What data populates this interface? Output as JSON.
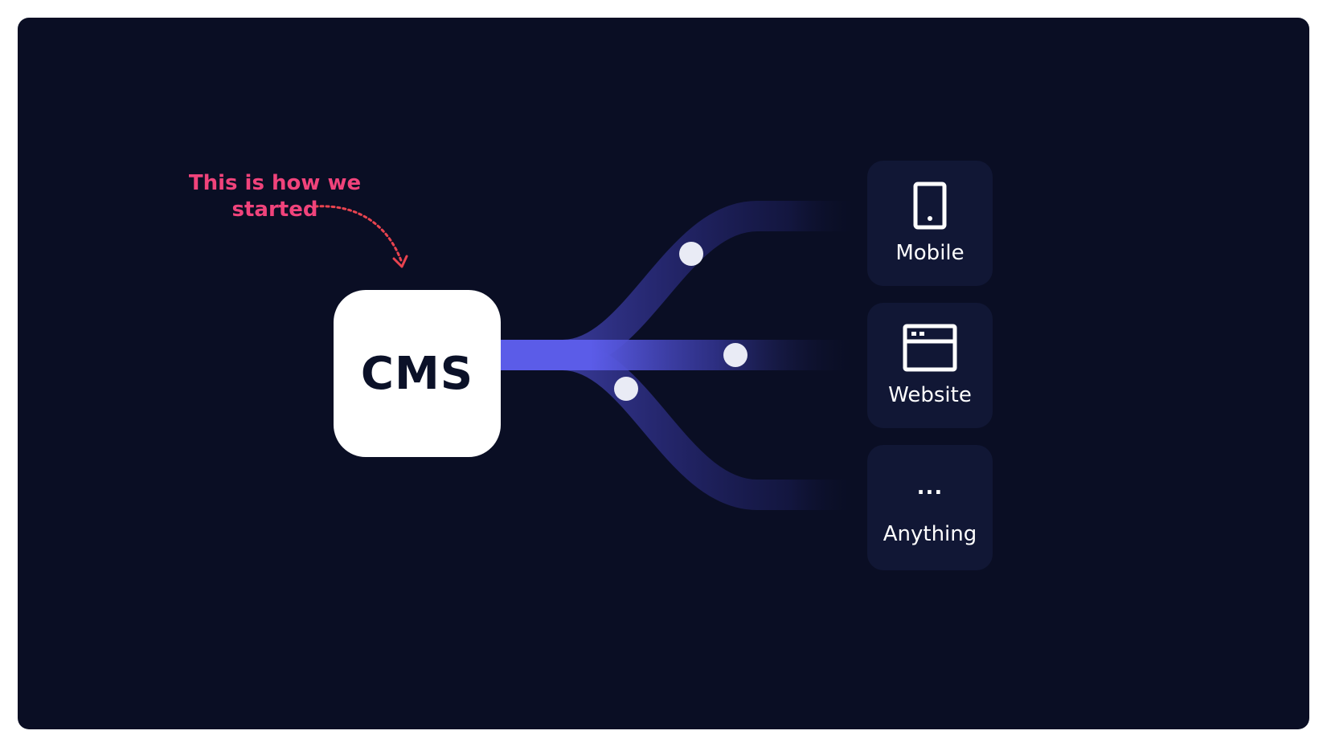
{
  "annotation": {
    "line1": "This is how we",
    "line2": "started"
  },
  "source": {
    "label": "CMS"
  },
  "targets": [
    {
      "label": "Mobile",
      "icon": "mobile-phone-icon"
    },
    {
      "label": "Website",
      "icon": "browser-window-icon"
    },
    {
      "label": "Anything",
      "icon": "ellipsis-icon",
      "glyph": "..."
    }
  ],
  "colors": {
    "background": "#0a0e24",
    "card": "#111735",
    "accent": "#5b5ce8",
    "annotation": "#f0437b",
    "cms_box": "#ffffff",
    "cms_text": "#0b1128",
    "dot": "#e9ebf5"
  }
}
